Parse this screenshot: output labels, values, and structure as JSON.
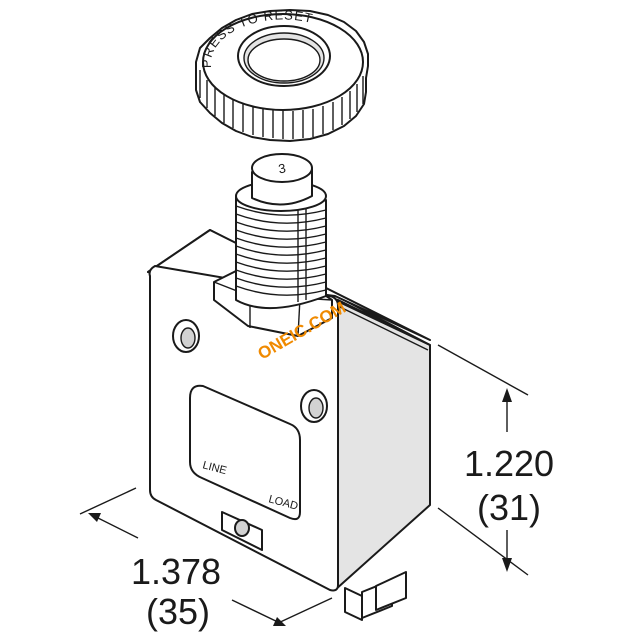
{
  "cap": {
    "ring_text": "PRESS TO RESET"
  },
  "button": {
    "rating": "3"
  },
  "label_plate": {
    "line": "LINE",
    "load": "LOAD"
  },
  "dimensions": {
    "height_in": "1.220",
    "height_mm": "(31)",
    "width_in": "1.378",
    "width_mm": "(35)"
  },
  "watermark": "ONEIC.COM"
}
